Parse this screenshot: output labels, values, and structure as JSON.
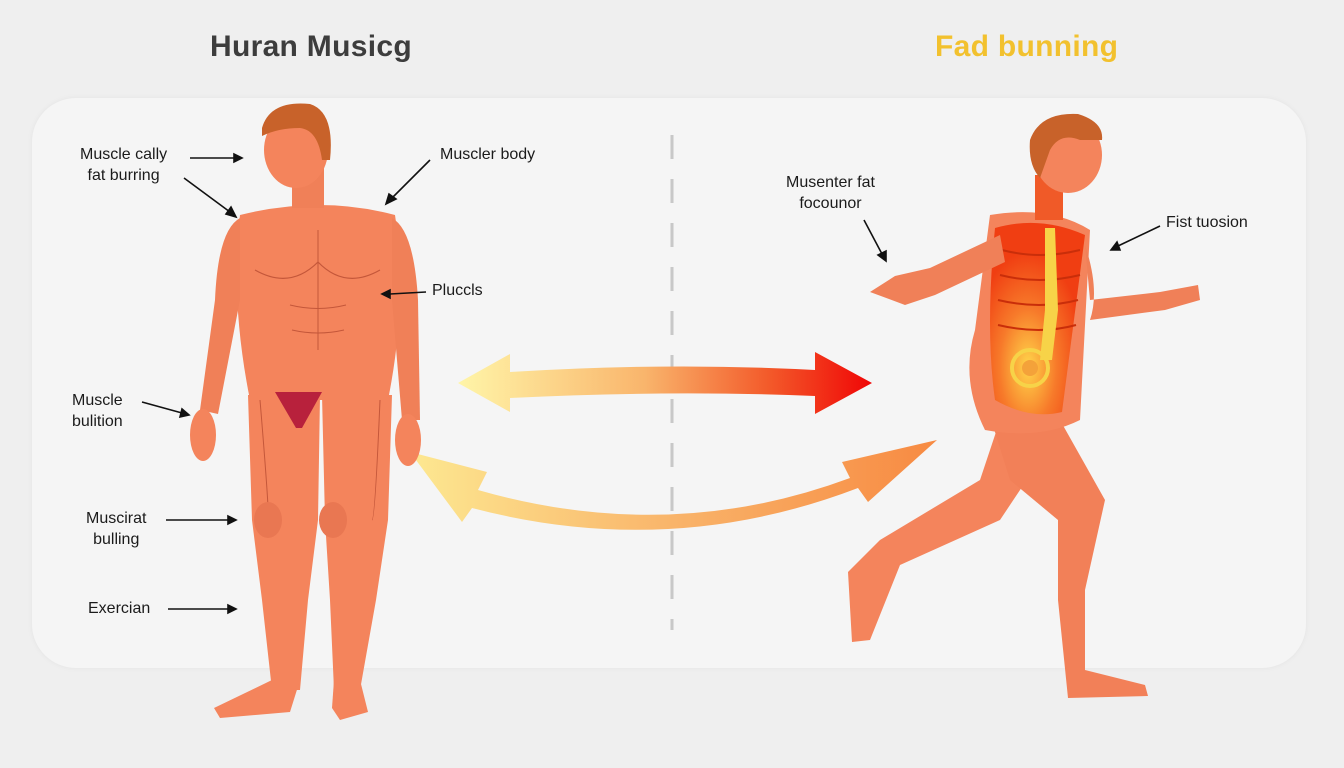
{
  "titles": {
    "left": "Huran Musicg",
    "right": "Fad bunning"
  },
  "left_figure": {
    "pose": "standing-front",
    "labels": [
      {
        "line1": "Muscle cally",
        "line2": "fat burring"
      },
      {
        "line1": "Muscler body",
        "line2": ""
      },
      {
        "line1": "Pluccls",
        "line2": ""
      },
      {
        "line1": "Muscle",
        "line2": "bulition"
      },
      {
        "line1": "Muscirat",
        "line2": "bulling"
      },
      {
        "line1": "Exercian",
        "line2": ""
      }
    ]
  },
  "right_figure": {
    "pose": "running-side",
    "labels": [
      {
        "line1": "Musenter fat",
        "line2": "focounor"
      },
      {
        "line1": "Fist tuosion",
        "line2": ""
      }
    ]
  },
  "arrows": {
    "top": {
      "direction": "bidirectional",
      "from_color": "#fff3a0",
      "to_color": "#f20c0c"
    },
    "bottom": {
      "direction": "bidirectional-curved",
      "from_color": "#fde08a",
      "to_color": "#f78f45"
    }
  },
  "colors": {
    "skin": "#f4845c",
    "skin_shadow": "#e06a45",
    "hair": "#c8622a",
    "brief": "#b8213c",
    "torso_internal": "#f03e12",
    "spine": "#f7d348",
    "divider": "#c8c8c8",
    "background": "#efefef",
    "panel": "#f5f5f5"
  }
}
